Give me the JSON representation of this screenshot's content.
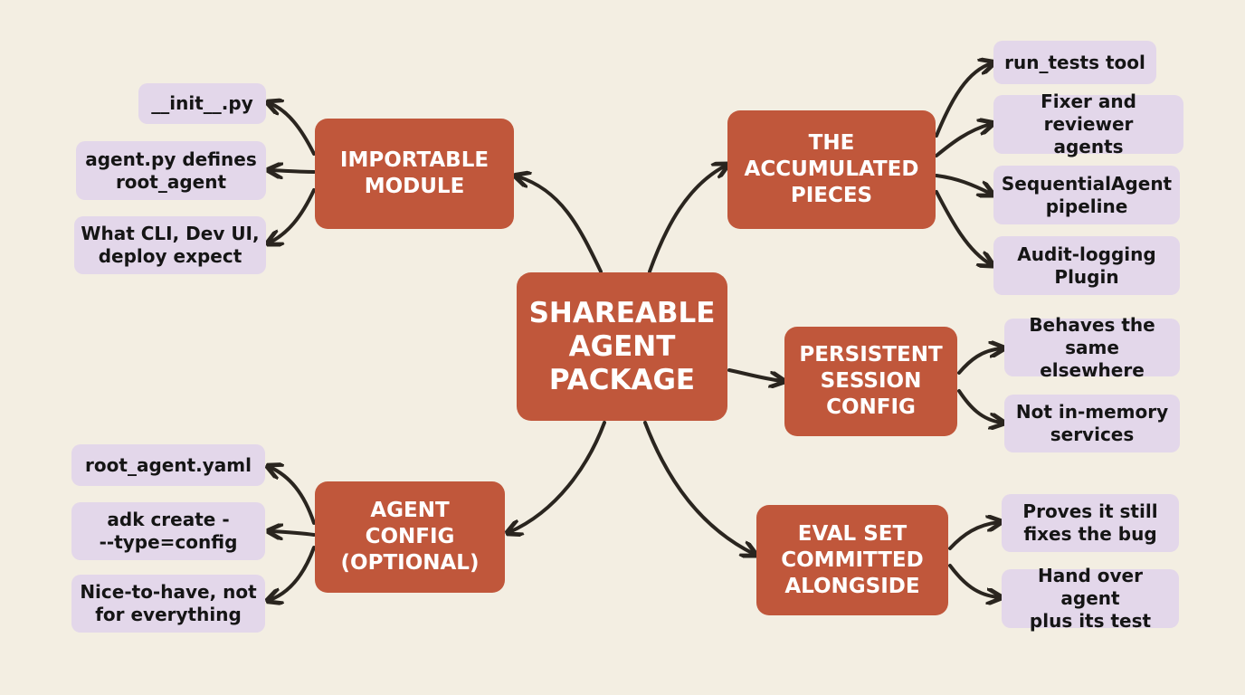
{
  "colors": {
    "background": "#f3eee2",
    "central_node": "#c0573b",
    "branch_node": "#c0573b",
    "leaf_node": "#e3d7ea",
    "arrow": "#2a251f"
  },
  "center": {
    "label": "SHAREABLE\nAGENT\nPACKAGE"
  },
  "branches": {
    "importable_module": {
      "label": "IMPORTABLE\nMODULE",
      "leaves": [
        "__init__.py",
        "agent.py defines\nroot_agent",
        "What CLI, Dev UI,\ndeploy expect"
      ]
    },
    "accumulated_pieces": {
      "label": "THE\nACCUMULATED\nPIECES",
      "leaves": [
        "run_tests tool",
        "Fixer and reviewer\nagents",
        "SequentialAgent\npipeline",
        "Audit-logging\nPlugin"
      ]
    },
    "persistent_session": {
      "label": "PERSISTENT\nSESSION\nCONFIG",
      "leaves": [
        "Behaves the\nsame elsewhere",
        "Not in-memory\nservices"
      ]
    },
    "agent_config": {
      "label": "AGENT\nCONFIG\n(OPTIONAL)",
      "leaves": [
        "root_agent.yaml",
        "adk create -\n--type=config",
        "Nice-to-have, not\nfor everything"
      ]
    },
    "eval_set": {
      "label": "EVAL SET\nCOMMITTED\nALONGSIDE",
      "leaves": [
        "Proves it still\nfixes the bug",
        "Hand over agent\nplus its test"
      ]
    }
  }
}
